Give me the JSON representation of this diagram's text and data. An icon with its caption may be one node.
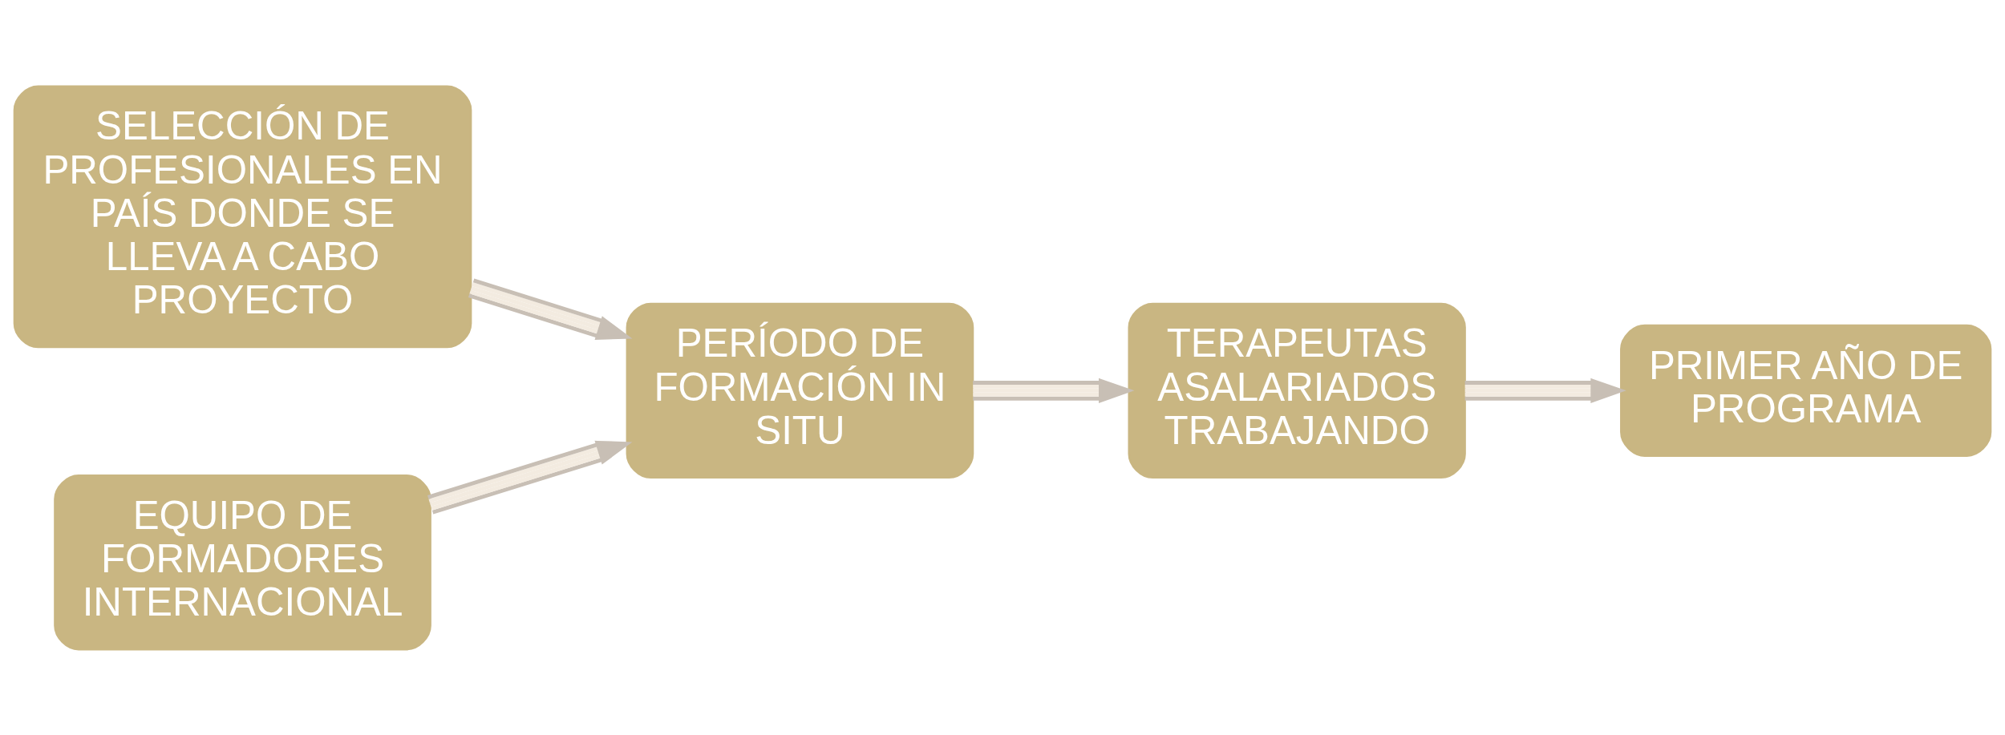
{
  "diagram": {
    "nodes": [
      {
        "text": [
          "SELECCIÓN DE PROFESIONALES EN PAÍS DONDE SE LLEVA A CABO PROYECTO"
        ]
      },
      {
        "text": [
          "EQUIPO DE FORMADORES INTERNACIONAL"
        ]
      },
      {
        "text": [
          "PERÍODO DE FORMACIÓN IN SITU"
        ]
      },
      {
        "text": [
          "TERAPEUTAS ASALARIADOS TRABAJANDO"
        ]
      },
      {
        "text": [
          "PRIMER AÑO DE PROGRAMA"
        ]
      }
    ],
    "edges": [
      {
        "from": 0,
        "to": 2,
        "arrow": "to"
      },
      {
        "from": 1,
        "to": 2,
        "arrow": "to"
      },
      {
        "from": 2,
        "to": 3,
        "arrow": "to"
      },
      {
        "from": 3,
        "to": 4,
        "arrow": "to"
      }
    ]
  }
}
